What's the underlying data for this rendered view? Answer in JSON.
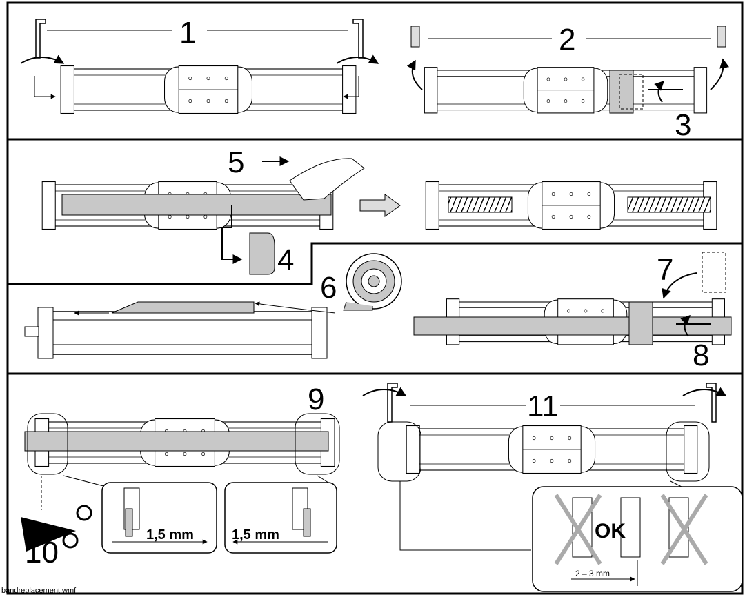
{
  "filename": "bandreplacement.wmf",
  "steps": {
    "s1": "1",
    "s2": "2",
    "s3": "3",
    "s4": "4",
    "s5": "5",
    "s6": "6",
    "s7": "7",
    "s8": "8",
    "s9": "9",
    "s10": "10",
    "s11": "11"
  },
  "dimensions": {
    "cut_left": "1,5 mm",
    "cut_right": "1,5 mm",
    "gap": "2 – 3 mm"
  },
  "ok_label": "OK",
  "colors": {
    "band": "#c8c8c8",
    "outline": "#000000",
    "light": "#e6e6e6"
  }
}
